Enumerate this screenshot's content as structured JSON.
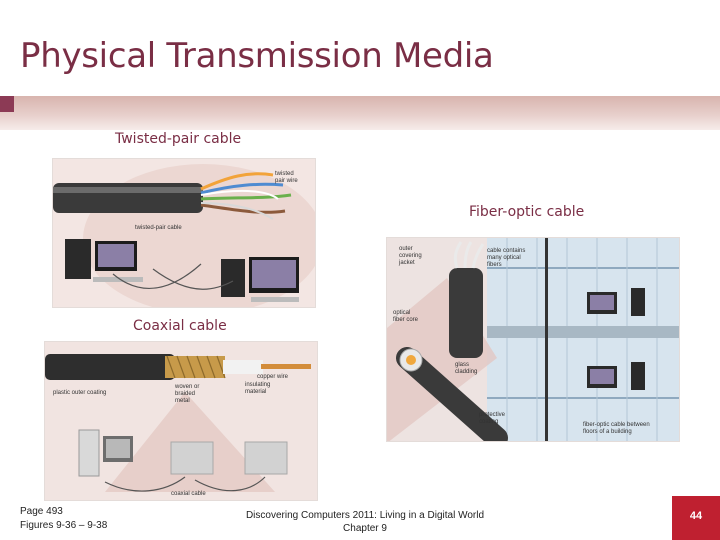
{
  "slide": {
    "title": "Physical Transmission Media",
    "page_number": "44"
  },
  "captions": {
    "twisted": "Twisted-pair cable",
    "fiber": "Fiber-optic cable",
    "coaxial": "Coaxial cable"
  },
  "twisted_figure": {
    "label_pair_wire_1": "twisted",
    "label_pair_wire_2": "pair wire",
    "label_cable": "twisted-pair cable"
  },
  "coax_figure": {
    "label_copper": "copper wire",
    "label_insulating_1": "insulating",
    "label_insulating_2": "material",
    "label_woven_1": "woven or",
    "label_woven_2": "braided",
    "label_woven_3": "metal",
    "label_outer": "plastic outer coating",
    "label_cable": "coaxial cable"
  },
  "fiber_figure": {
    "label_jacket_1": "outer",
    "label_jacket_2": "covering",
    "label_jacket_3": "jacket",
    "label_contains_1": "cable contains",
    "label_contains_2": "many optical",
    "label_contains_3": "fibers",
    "label_core_1": "optical",
    "label_core_2": "fiber core",
    "label_glass_1": "glass",
    "label_glass_2": "cladding",
    "label_protective_1": "protective",
    "label_protective_2": "coating",
    "label_between_1": "fiber-optic cable between",
    "label_between_2": "floors of a building"
  },
  "footer": {
    "page_ref": "Page 493",
    "figures_ref": "Figures 9-36 – 9-38",
    "book_title": "Discovering Computers 2011: Living in a Digital World",
    "chapter": "Chapter 9"
  },
  "colors": {
    "title": "#7a2e45",
    "accent_band": "#d8b4ae",
    "page_box": "#bf2030"
  }
}
